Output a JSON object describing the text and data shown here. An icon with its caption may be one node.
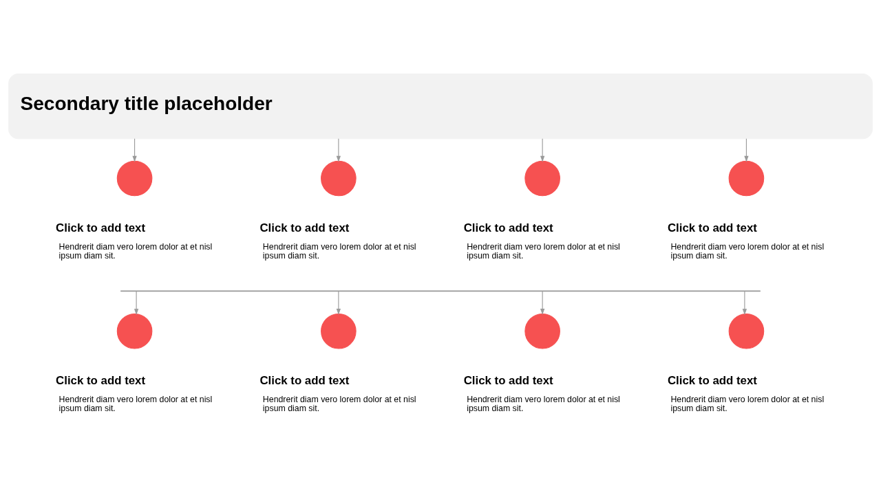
{
  "diagram": {
    "nodes": [
      {
        "text": [
          "Secondary title placeholder"
        ]
      },
      {
        "text": [],
        "shape": "circle",
        "beside": [
          "Click to add text",
          "Hendrerit diam vero lorem dolor at et nisl ipsum diam sit."
        ]
      },
      {
        "text": [],
        "shape": "circle",
        "beside": [
          "Click to add text",
          "Hendrerit diam vero lorem dolor at et nisl ipsum diam sit."
        ]
      },
      {
        "text": [],
        "shape": "circle",
        "beside": [
          "Click to add text",
          "Hendrerit diam vero lorem dolor at et nisl ipsum diam sit."
        ]
      },
      {
        "text": [],
        "shape": "circle",
        "beside": [
          "Click to add text",
          "Hendrerit diam vero lorem dolor at et nisl ipsum diam sit."
        ]
      },
      {
        "text": [],
        "shape": "bar"
      },
      {
        "text": [],
        "shape": "circle",
        "beside": [
          "Click to add text",
          "Hendrerit diam vero lorem dolor at et nisl ipsum diam sit."
        ]
      },
      {
        "text": [],
        "shape": "circle",
        "beside": [
          "Click to add text",
          "Hendrerit diam vero lorem dolor at et nisl ipsum diam sit."
        ]
      },
      {
        "text": [],
        "shape": "circle",
        "beside": [
          "Click to add text",
          "Hendrerit diam vero lorem dolor at et nisl ipsum diam sit."
        ]
      },
      {
        "text": [],
        "shape": "circle",
        "beside": [
          "Click to add text",
          "Hendrerit diam vero lorem dolor at et nisl ipsum diam sit."
        ]
      }
    ],
    "edges": [
      {
        "from": 0,
        "to": 1,
        "arrow": "to"
      },
      {
        "from": 0,
        "to": 2,
        "arrow": "to"
      },
      {
        "from": 0,
        "to": 3,
        "arrow": "to"
      },
      {
        "from": 0,
        "to": 4,
        "arrow": "to"
      },
      {
        "from": 5,
        "to": 6,
        "arrow": "to"
      },
      {
        "from": 5,
        "to": 7,
        "arrow": "to"
      },
      {
        "from": 5,
        "to": 8,
        "arrow": "to"
      },
      {
        "from": 5,
        "to": 9,
        "arrow": "to"
      }
    ]
  }
}
